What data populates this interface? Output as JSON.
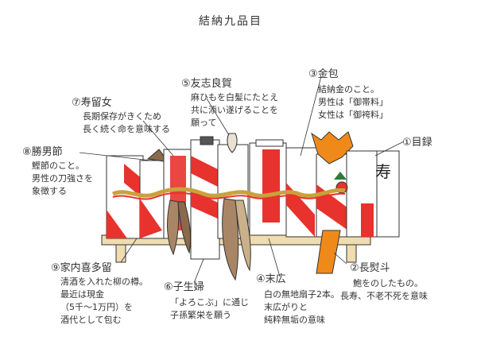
{
  "title": "結納九品目",
  "colors": {
    "red": "#e8322d",
    "orange": "#ef8a1a",
    "gold": "#c9a23c",
    "wood": "#efdcb0",
    "brown": "#8a6a4a",
    "paper": "#ffffff",
    "line": "#333333"
  },
  "items": [
    {
      "head": "①目録",
      "lines": []
    },
    {
      "head": "②長熨斗",
      "lines": [
        "鮑をのしたもの。",
        "長寿、不老不死を意味"
      ]
    },
    {
      "head": "③金包",
      "lines": [
        "結納金のこと。",
        "男性は「御帯料」",
        "女性は「御袴料」"
      ]
    },
    {
      "head": "④末広",
      "lines": [
        "白の無地扇子2本。",
        "末広がりと",
        "純粋無垢の意味"
      ]
    },
    {
      "head": "⑤友志良賀",
      "lines": [
        "麻ひもを白髪にたとえ",
        "共に添い遂げることを",
        "願って"
      ]
    },
    {
      "head": "⑥子生婦",
      "lines": [
        "「よろこぶ」に通じ",
        "子孫繁栄を願う"
      ]
    },
    {
      "head": "⑦寿留女",
      "lines": [
        "長期保存がきくため",
        "長く続く命を意味する"
      ]
    },
    {
      "head": "⑧勝男節",
      "lines": [
        "鰹節のこと。",
        "男性の刀強さを",
        "象徴する"
      ]
    },
    {
      "head": "⑨家内喜多留",
      "lines": [
        "清酒を入れた柳の樽。",
        "最近は現金",
        "（5千～1万円）を",
        "酒代として包む"
      ]
    }
  ],
  "kotobuki": "寿"
}
